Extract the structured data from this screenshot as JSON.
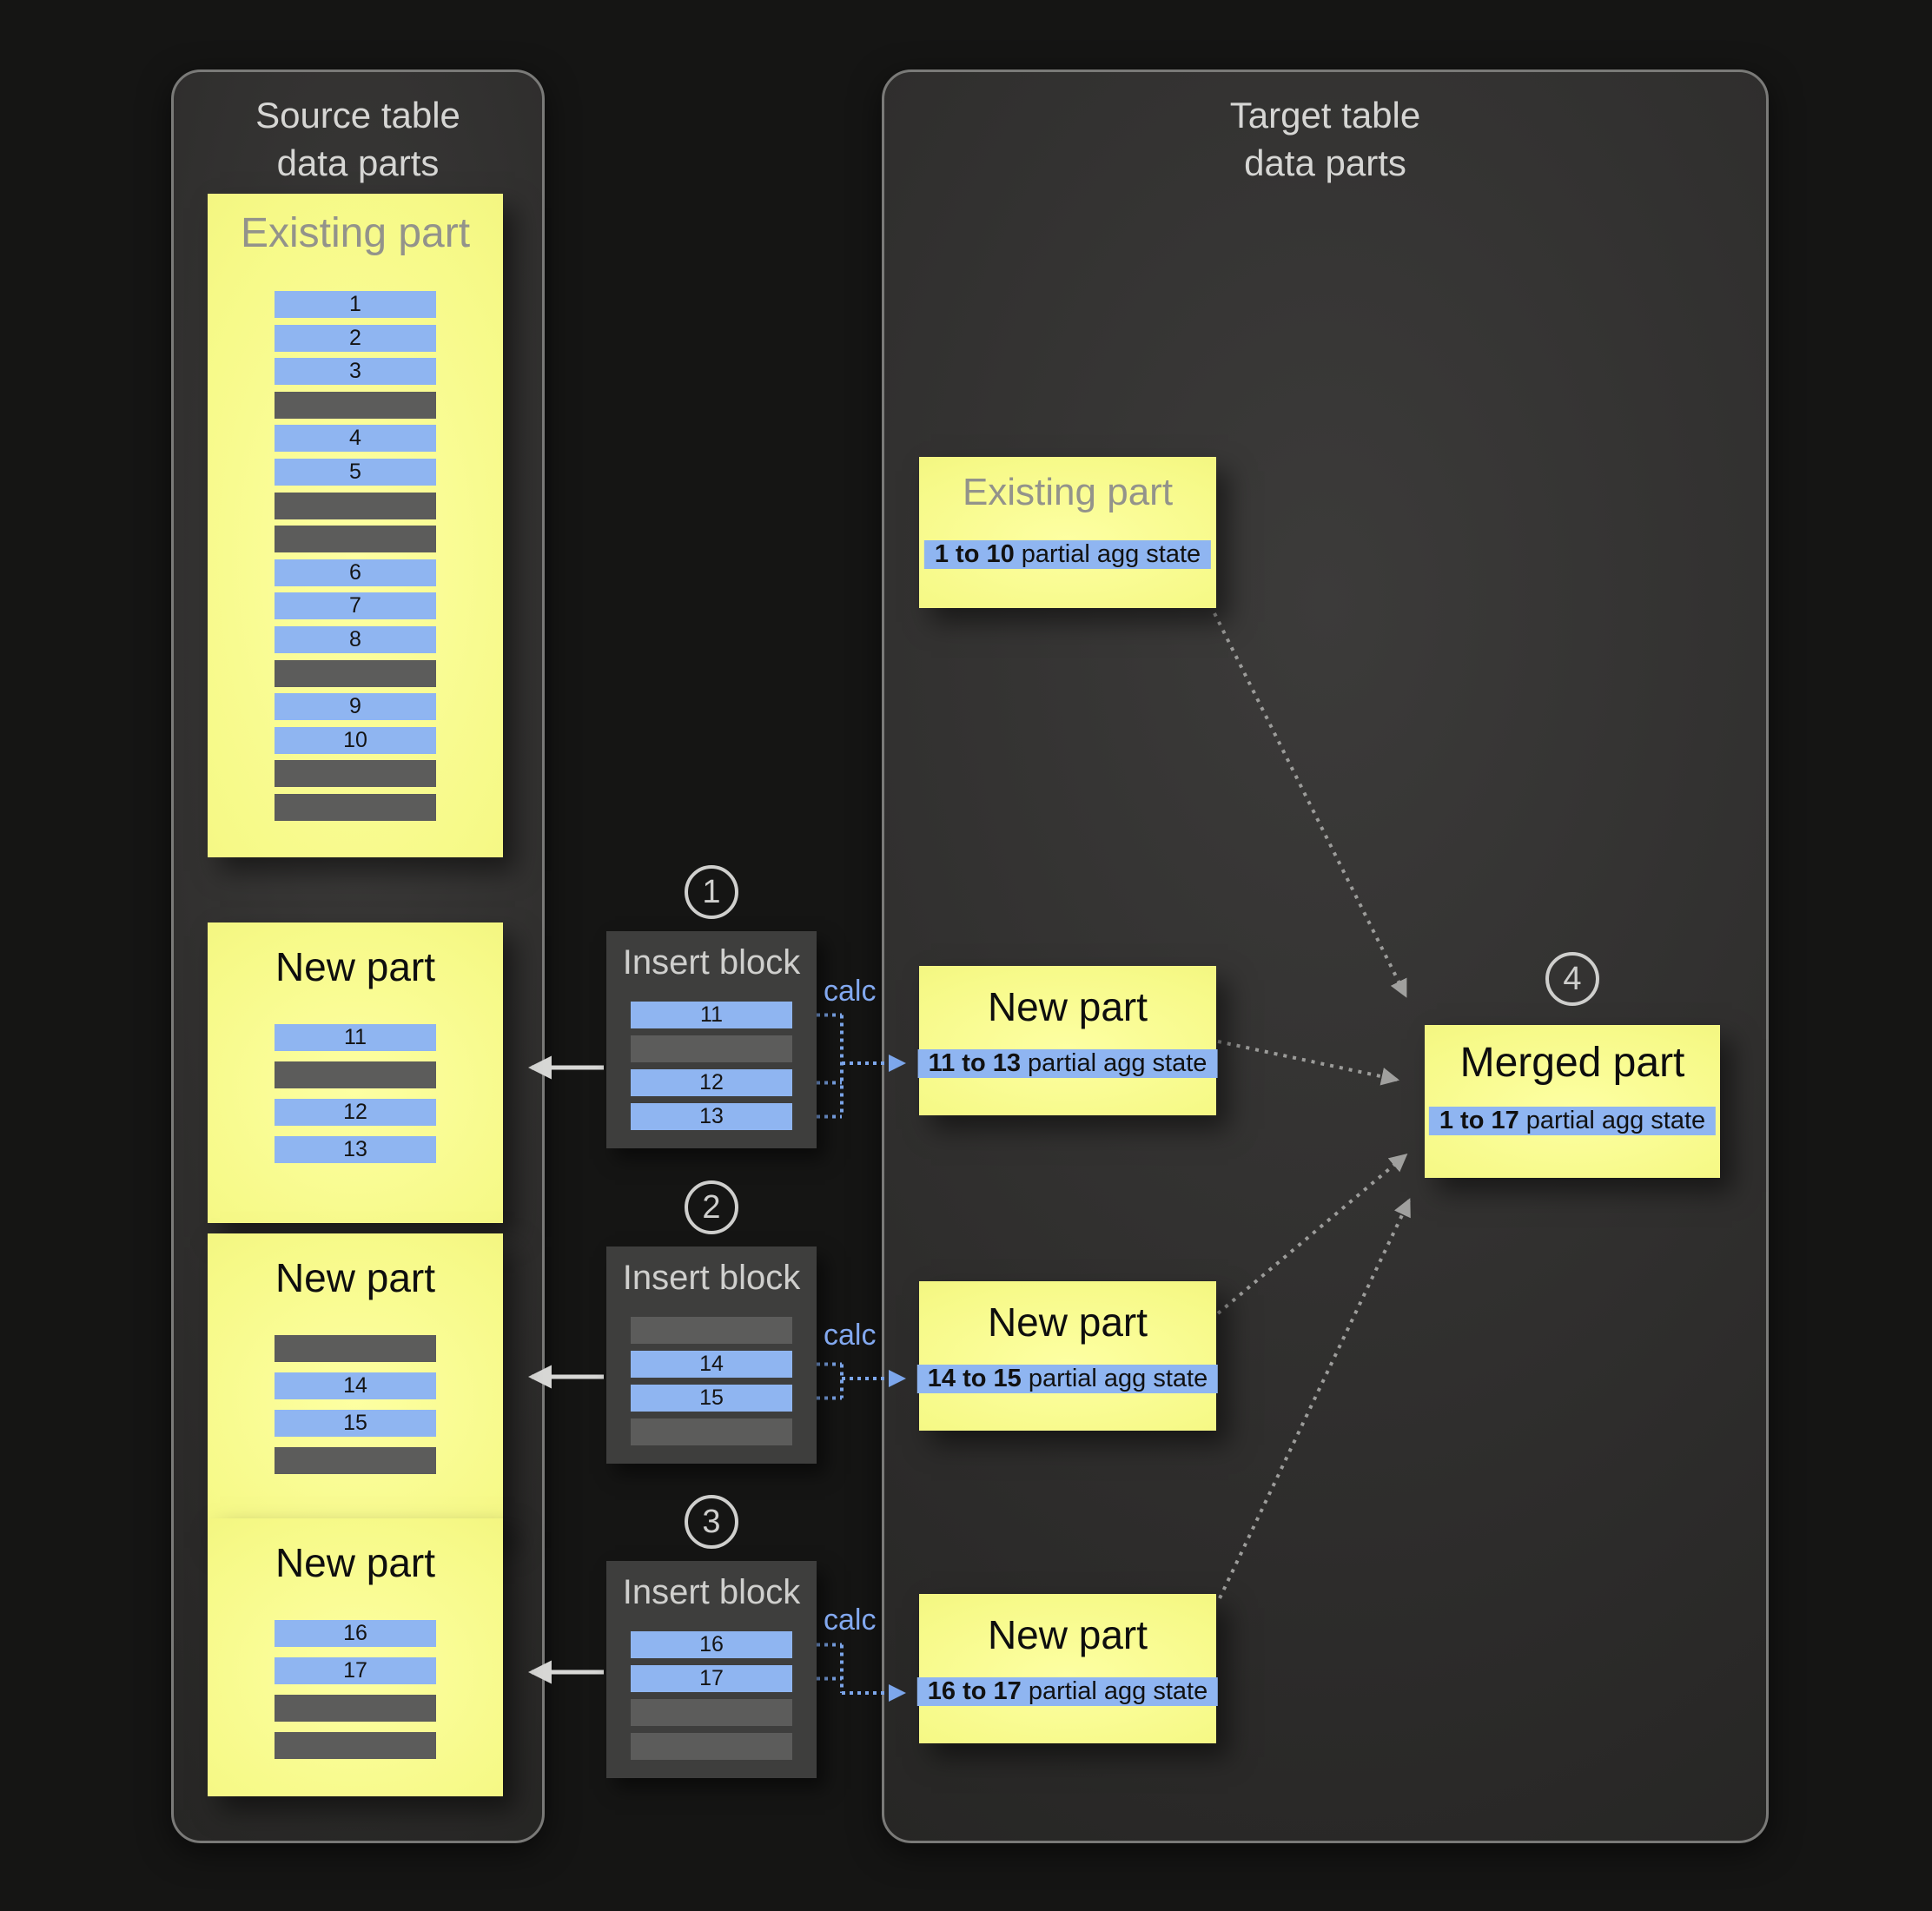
{
  "accent_colors": {
    "yellow_part": "#f6f987",
    "blue_row": "#8fb5f1",
    "gray_row": "#5c5c5b",
    "calc_blue": "#82a8ef",
    "panel_border": "#7a7a78"
  },
  "source_panel": {
    "title": "Source table\ndata parts",
    "existing_part": {
      "title": "Existing part",
      "rows": [
        "1",
        "2",
        "3",
        "",
        "4",
        "5",
        "",
        "",
        "6",
        "7",
        "8",
        "",
        "9",
        "10",
        "",
        ""
      ]
    },
    "new_parts": [
      {
        "title": "New part",
        "rows": [
          "11",
          "",
          "12",
          "13"
        ]
      },
      {
        "title": "New part",
        "rows": [
          "",
          "14",
          "15",
          ""
        ]
      },
      {
        "title": "New part",
        "rows": [
          "16",
          "17",
          "",
          ""
        ]
      }
    ]
  },
  "insert_blocks": [
    {
      "step": "1",
      "title": "Insert block",
      "calc_label": "calc",
      "rows": [
        "11",
        "",
        "12",
        "13"
      ]
    },
    {
      "step": "2",
      "title": "Insert block",
      "calc_label": "calc",
      "rows": [
        "",
        "14",
        "15",
        ""
      ]
    },
    {
      "step": "3",
      "title": "Insert block",
      "calc_label": "calc",
      "rows": [
        "16",
        "17",
        "",
        ""
      ]
    }
  ],
  "target_panel": {
    "title": "Target table\ndata parts",
    "existing_part": {
      "title": "Existing part",
      "badge_bold": "1 to 10",
      "badge_rest": " partial agg state"
    },
    "new_parts": [
      {
        "title": "New part",
        "badge_bold": "11 to 13",
        "badge_rest": " partial agg state"
      },
      {
        "title": "New part",
        "badge_bold": "14 to 15",
        "badge_rest": " partial agg state"
      },
      {
        "title": "New part",
        "badge_bold": "16 to 17",
        "badge_rest": " partial agg state"
      }
    ],
    "merged_part": {
      "step": "4",
      "title": "Merged part",
      "badge_bold": "1 to 17",
      "badge_rest": " partial agg state"
    }
  }
}
